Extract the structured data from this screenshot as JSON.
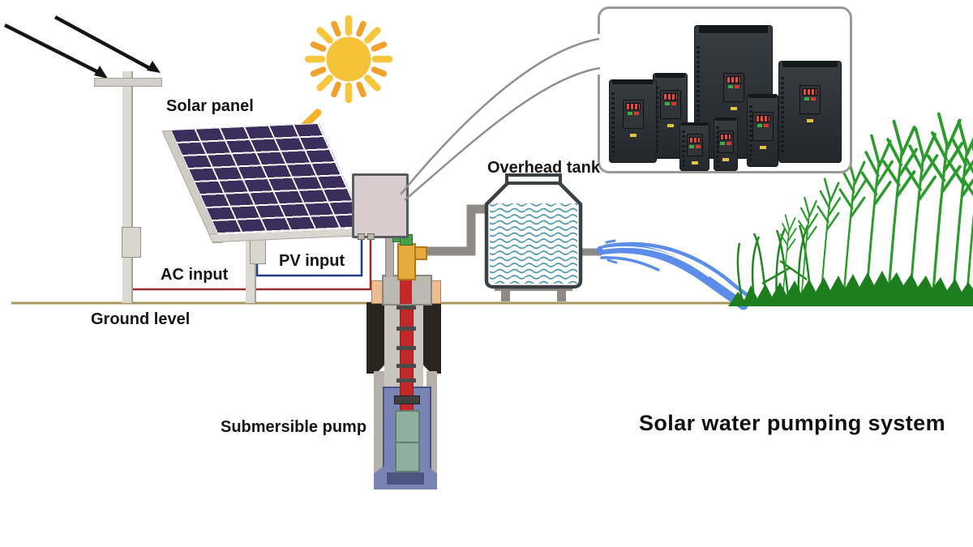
{
  "labels": {
    "solar_panel": "Solar panel",
    "ac_input": "AC input",
    "pv_input": "PV input",
    "ground_level": "Ground level",
    "overhead_tank": "Overhead tank",
    "submersible_pump": "Submersible pump",
    "title": "Solar water pumping system"
  },
  "inset": {
    "inverter_count": 7
  },
  "colors": {
    "panel_cell": "#3b2d5c",
    "sun_yellow": "#f8c63c",
    "sun_orange": "#f0a22f",
    "pipe_gray": "#8f8b84",
    "water_jet_blue": "#5b8de9",
    "wave_teal": "#4f9aad",
    "grass_green": "#1e7e1f",
    "wire_red": "#9c2b2b",
    "wire_blue": "#223f8c",
    "wellhead_yellow": "#e8aa3c",
    "valve_green": "#49a04b",
    "pump_casing_blue": "#7a84b4",
    "pump_body_teal": "#8fb0a0",
    "riser_red": "#c32727",
    "ground_tan": "#a6985b",
    "inverter_black": "#2b2f33"
  }
}
